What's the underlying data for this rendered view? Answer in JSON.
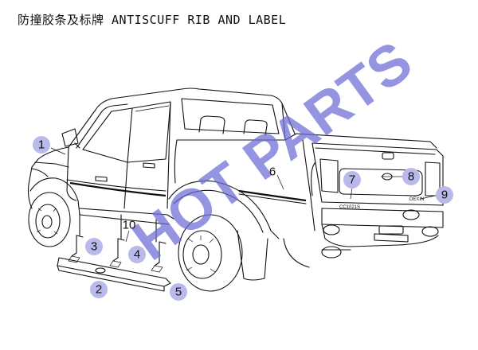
{
  "title": "防撞胶条及标牌 ANTISCUFF RIB AND LABEL",
  "watermark": "HOT PARTS",
  "plate_label": "CC1021S",
  "badge_label": "DEXIN",
  "callouts": [
    {
      "id": "1",
      "label": "1"
    },
    {
      "id": "2",
      "label": "2"
    },
    {
      "id": "3",
      "label": "3"
    },
    {
      "id": "4",
      "label": "4"
    },
    {
      "id": "5",
      "label": "5"
    },
    {
      "id": "6",
      "label": "6"
    },
    {
      "id": "7",
      "label": "7"
    },
    {
      "id": "8",
      "label": "8"
    },
    {
      "id": "9",
      "label": "9"
    },
    {
      "id": "10",
      "label": "10"
    }
  ],
  "colors": {
    "callout": "#b9b9ea",
    "watermark": "#6b6bd6",
    "line": "#111111"
  }
}
